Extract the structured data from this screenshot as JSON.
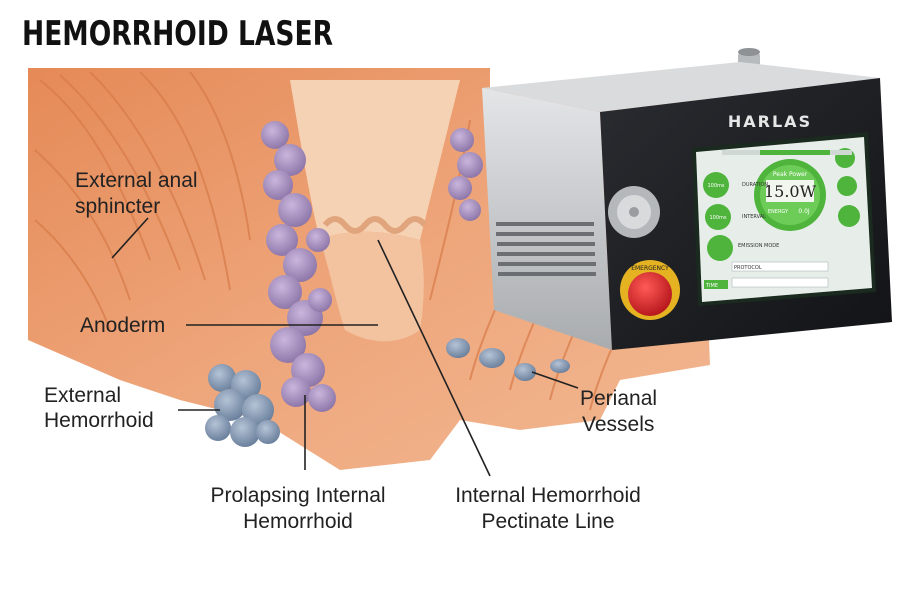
{
  "title": "HEMORRHOID LASER",
  "labels": {
    "external_anal_sphincter": [
      "External anal",
      "sphincter"
    ],
    "anoderm": "Anoderm",
    "external_hemorrhoid": [
      "External",
      "Hemorrhoid"
    ],
    "prolapsing_internal_hemorrhoid": [
      "Prolapsing Internal",
      "Hemorrhoid"
    ],
    "internal_hemorrhoid_pectinate_line": [
      "Internal Hemorrhoid",
      "Pectinate Line"
    ],
    "perianal_vessels": [
      "Perianal",
      "Vessels"
    ]
  },
  "device": {
    "brand": "HARLAS",
    "screen": {
      "peak_power_label": "Peak Power",
      "peak_power_value": "15.0W",
      "duration_label": "DURATION",
      "interval_label": "INTERVAL",
      "energy_label": "ENERGY",
      "energy_value": "0.0J",
      "emission_mode_label": "EMISSION MODE",
      "protocol_label": "PROTOCOL",
      "time_label": "TIME",
      "left_top_value": "100ms",
      "left_mid_value": "100ms"
    },
    "emergency_label": "EMERGENCY"
  },
  "colors": {
    "tissue": "#e99a6a",
    "tissue_light": "#f3c3a0",
    "hemorrhoid": "#9c86b4",
    "vessel": "#7f94ad",
    "device_body": "#c9cbcd",
    "device_face": "#1e2024",
    "screen_green": "#5fbf4a",
    "emergency_red": "#e0262a"
  }
}
